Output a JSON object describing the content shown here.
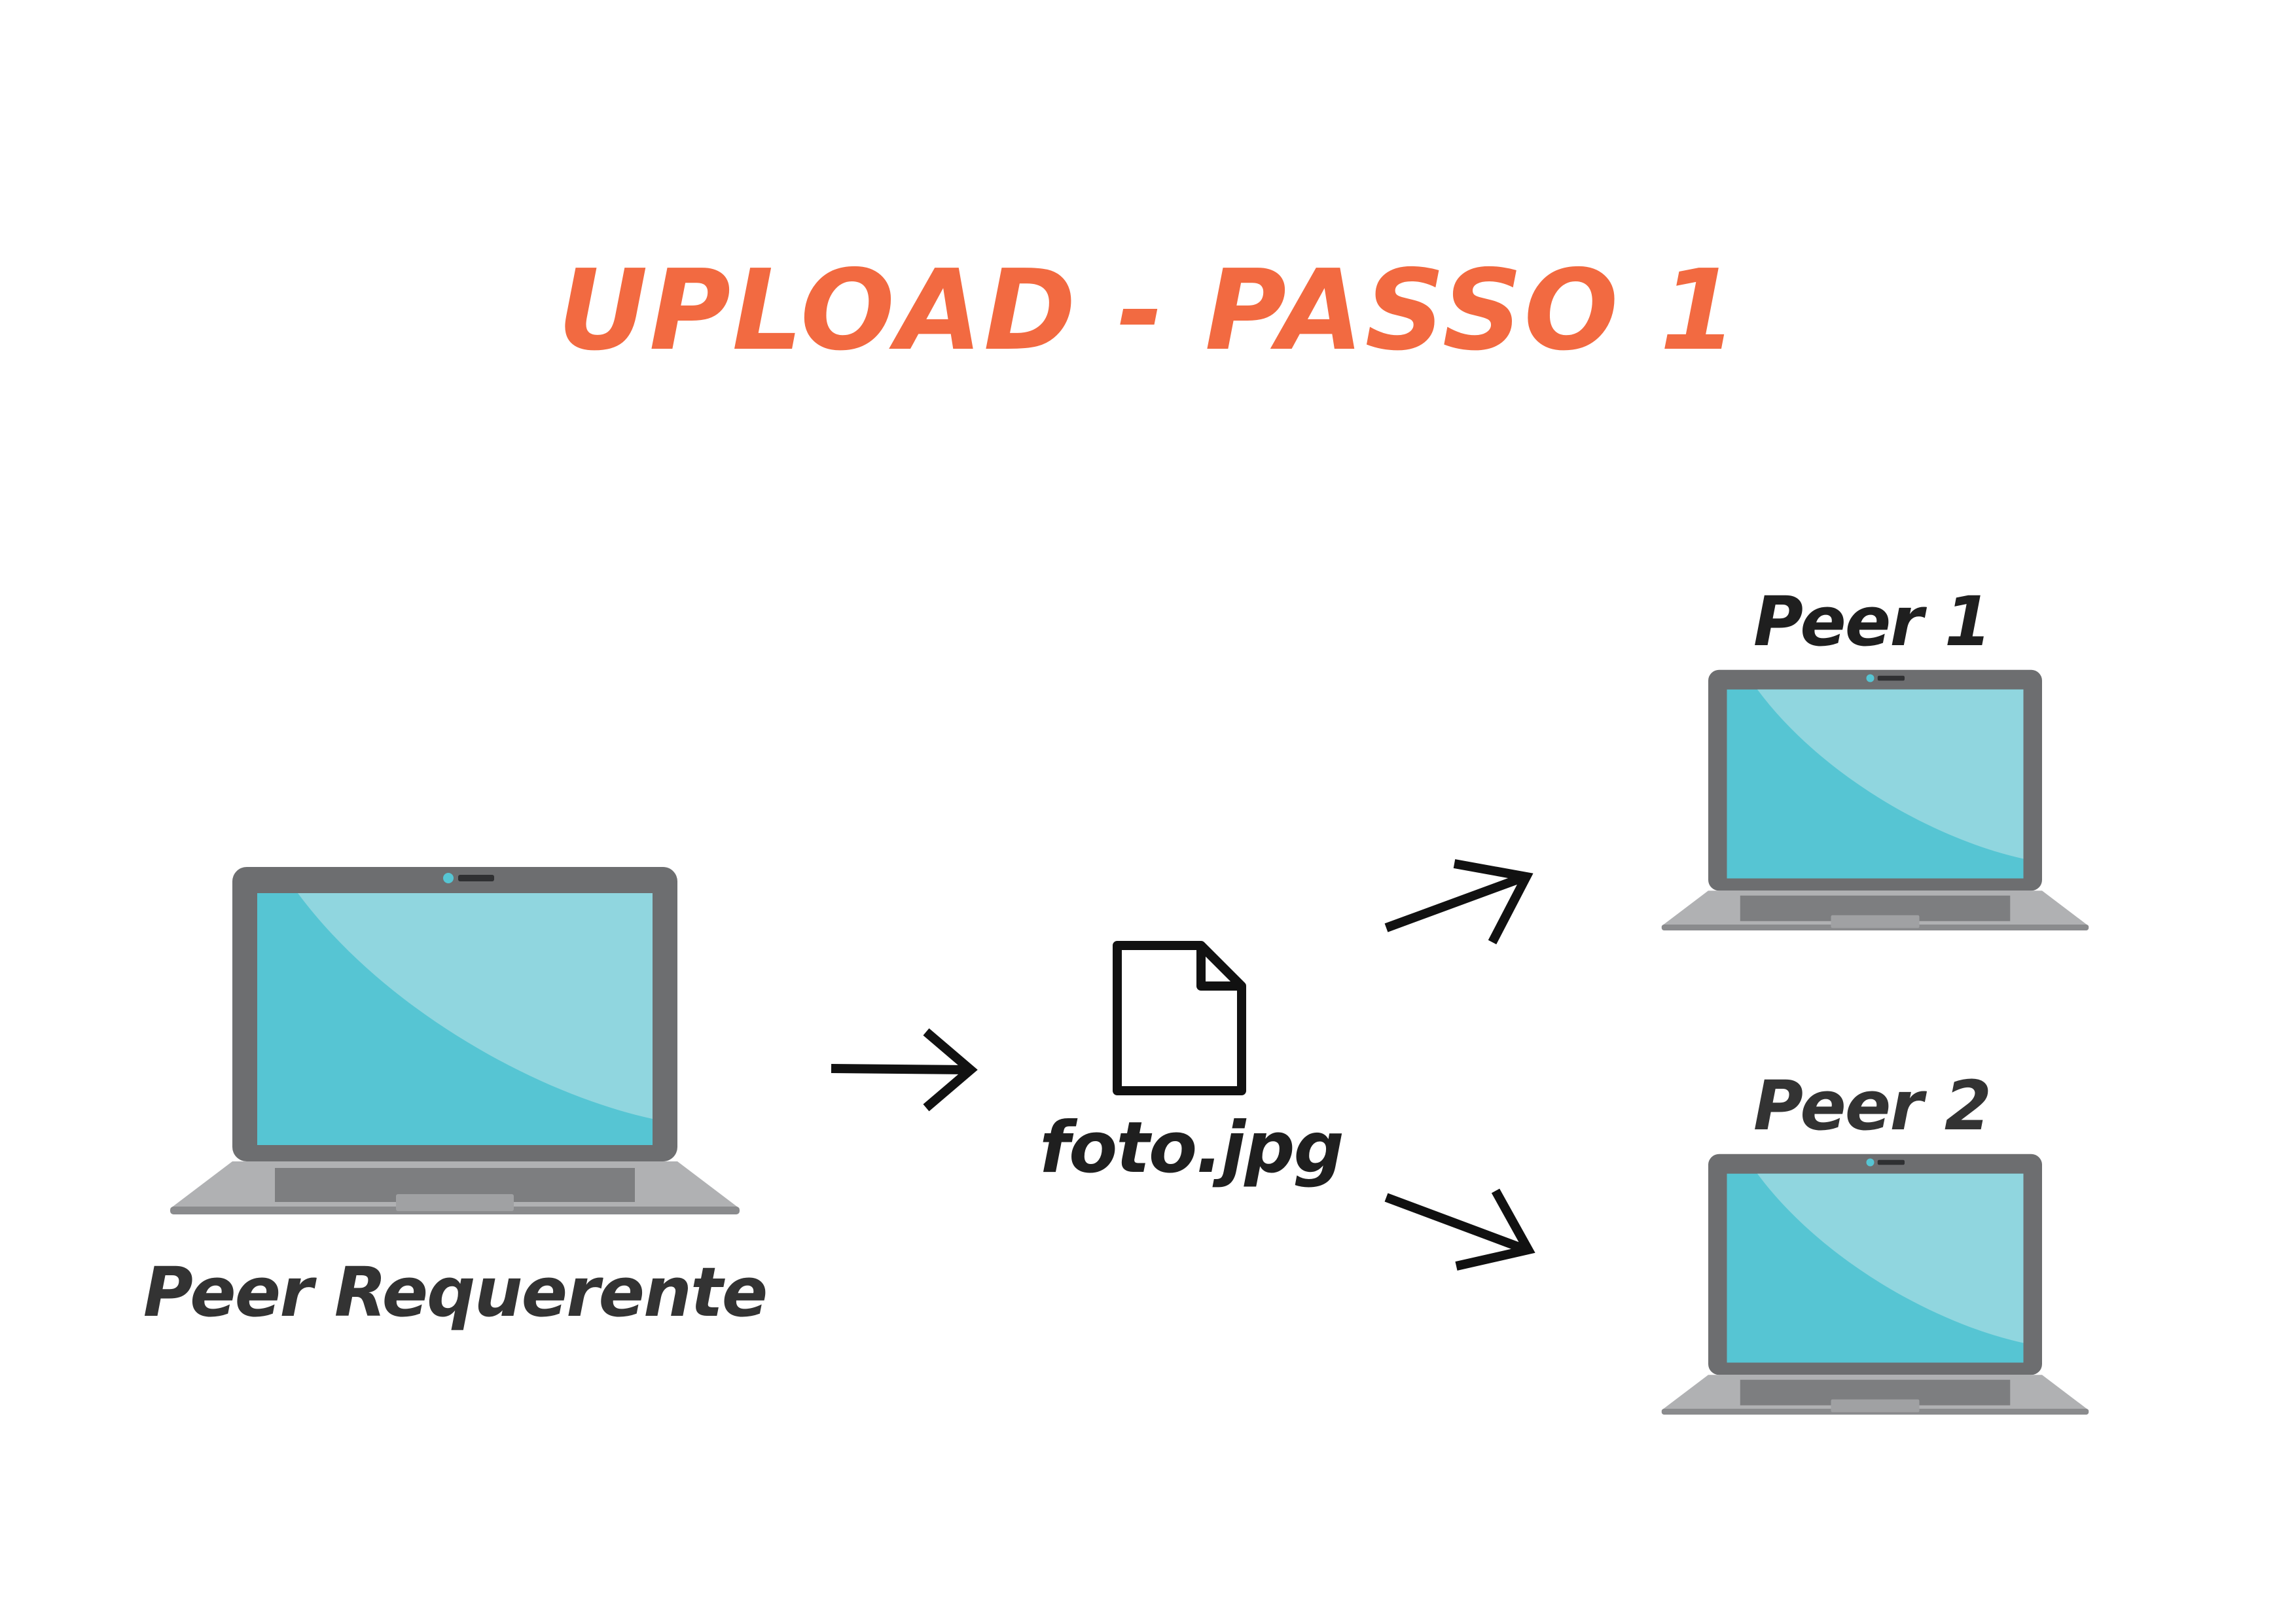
{
  "title": {
    "text": "UPLOAD - PASSO 1",
    "color": "#f26a41"
  },
  "text_color": "#1f1f1f",
  "label_color": "#333333",
  "nodes": {
    "peer_requerente": {
      "label": "Peer Requerente",
      "icon": "laptop-icon"
    },
    "file": {
      "label": "foto.jpg",
      "icon": "file-icon"
    },
    "peer1": {
      "label": "Peer 1",
      "icon": "laptop-icon"
    },
    "peer2": {
      "label": "Peer 2",
      "icon": "laptop-icon"
    }
  },
  "edges": [
    {
      "from": "peer_requerente",
      "to": "file",
      "icon": "arrow-right-icon"
    },
    {
      "from": "file",
      "to": "peer1",
      "icon": "arrow-up-right-icon"
    },
    {
      "from": "file",
      "to": "peer2",
      "icon": "arrow-down-right-icon"
    }
  ],
  "laptop_colors": {
    "frame": "#6d6e70",
    "screen_dark": "#56c5d3",
    "screen_light": "#90d6df",
    "base": "#b0b1b3",
    "keyboard": "#7d7e80"
  }
}
